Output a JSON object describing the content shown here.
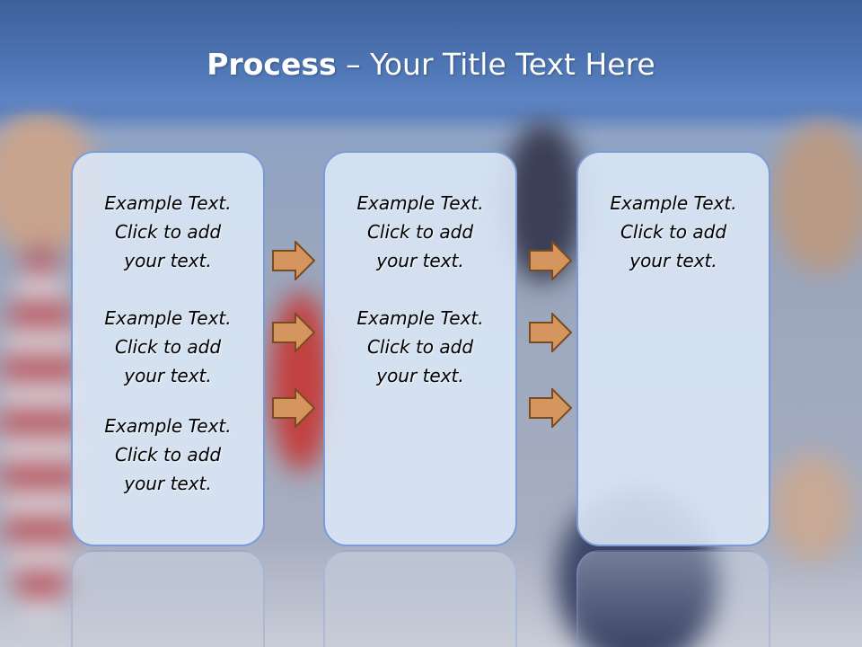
{
  "slide": {
    "title_bold": "Process",
    "title_rest": " – Your Title Text Here"
  },
  "panels": [
    {
      "items": [
        "Example Text.\nClick  to add\nyour text.",
        "Example Text.\nClick  to add\nyour text.",
        "Example Text.\nClick  to add\nyour text."
      ]
    },
    {
      "items": [
        "Example Text.\nClick  to add\nyour text.",
        "Example Text.\nClick  to add\nyour text."
      ]
    },
    {
      "items": [
        "Example Text.\nClick  to add\nyour text."
      ]
    }
  ],
  "colors": {
    "title_bar": "#4f77b6",
    "panel_border": "#7b9bd6",
    "panel_fill": "#dce8f7",
    "arrow_fill": "#d4955e",
    "arrow_stroke": "#7a4a20"
  },
  "icons": {
    "arrow": "right-arrow-icon"
  }
}
